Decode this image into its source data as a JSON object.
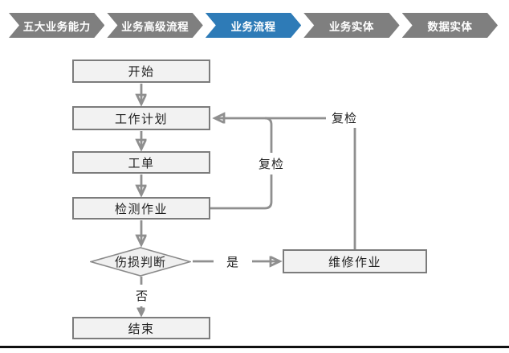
{
  "breadcrumb": {
    "items": [
      {
        "label": "五大业务能力",
        "active": false
      },
      {
        "label": "业务高级流程",
        "active": false
      },
      {
        "label": "业务流程",
        "active": true
      },
      {
        "label": "业务实体",
        "active": false
      },
      {
        "label": "数据实体",
        "active": false
      }
    ],
    "active_color": "#2e7bb7",
    "inactive_color": "#7f7f7f",
    "text_color": "#ffffff"
  },
  "flowchart": {
    "nodes": {
      "start": "开始",
      "work_plan": "工作计划",
      "work_order": "工单",
      "inspection": "检测作业",
      "damage_decision": "伤损判断",
      "repair": "维修作业",
      "end": "结束"
    },
    "edge_labels": {
      "recheck_inner": "复检",
      "recheck_outer": "复检",
      "yes": "是",
      "no": "否"
    },
    "colors": {
      "node_fill": "#f2f2f2",
      "node_border": "#7c7c7c",
      "connector": "#8f8f8f",
      "page_rule": "#101010"
    }
  }
}
